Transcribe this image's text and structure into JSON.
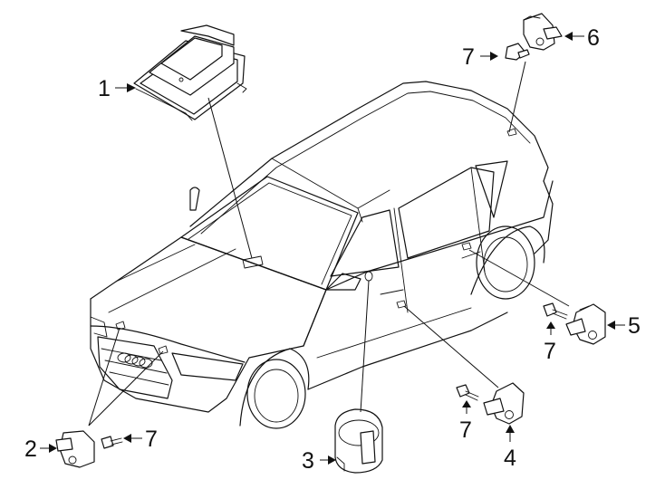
{
  "callouts": {
    "c1": "1",
    "c2": "2",
    "c3": "3",
    "c4": "4",
    "c5": "5",
    "c6": "6",
    "c7a": "7",
    "c7b": "7",
    "c7c": "7",
    "c7d": "7"
  }
}
